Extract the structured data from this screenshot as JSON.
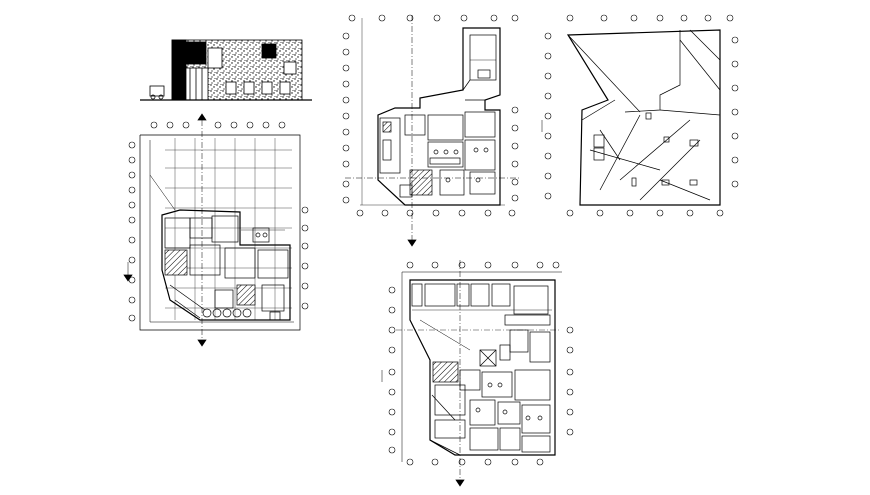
{
  "sheet": {
    "background": "#ffffff",
    "line_color": "#000000",
    "drawings": [
      {
        "id": "front-elevation",
        "kind": "elevation"
      },
      {
        "id": "ground-floor-plan",
        "kind": "floor-plan"
      },
      {
        "id": "upper-floor-plan",
        "kind": "floor-plan"
      },
      {
        "id": "roof-plan",
        "kind": "roof-plan"
      },
      {
        "id": "basement-plan",
        "kind": "floor-plan"
      }
    ]
  }
}
